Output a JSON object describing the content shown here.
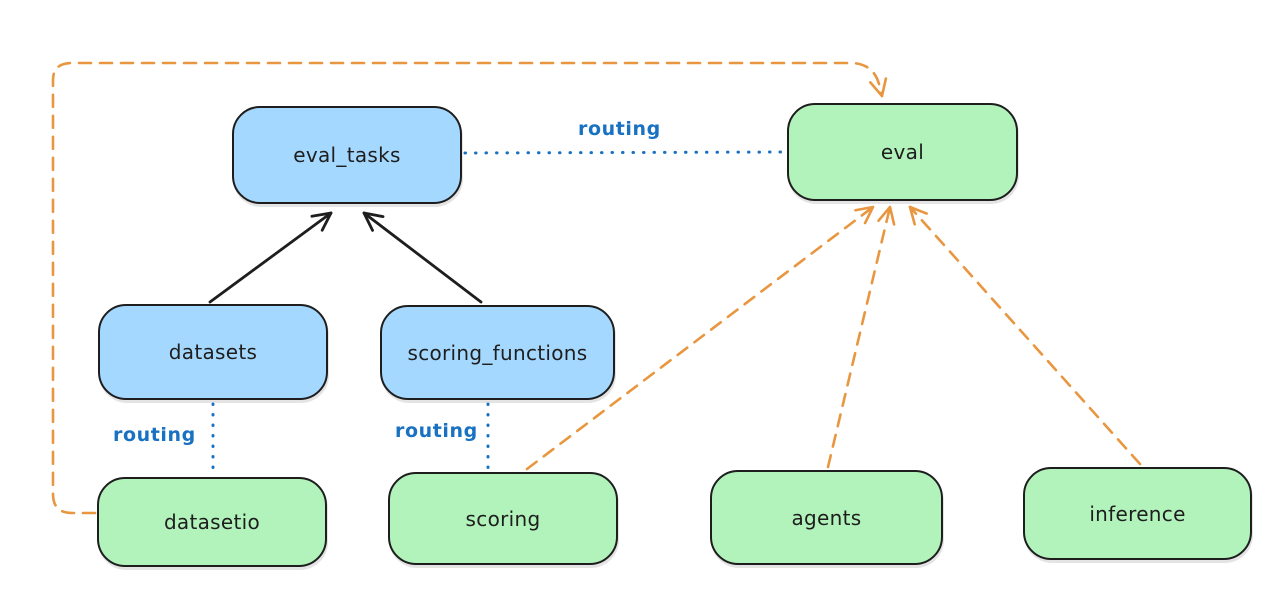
{
  "diagram": {
    "title": "",
    "background": "#ffffff",
    "colors": {
      "api_fill_blue": "#a5d8ff",
      "provider_fill_green": "#b2f2bb",
      "node_stroke": "#1e1e1e",
      "routing_blue": "#1971c2",
      "dependency_orange": "#e8963f",
      "arrow_black": "#1e1e1e"
    },
    "nodes": [
      {
        "id": "eval_tasks",
        "label": "eval_tasks",
        "fill": "#a5d8ff"
      },
      {
        "id": "eval",
        "label": "eval",
        "fill": "#b2f2bb"
      },
      {
        "id": "datasets",
        "label": "datasets",
        "fill": "#a5d8ff"
      },
      {
        "id": "scoring_functions",
        "label": "scoring_functions",
        "fill": "#a5d8ff"
      },
      {
        "id": "datasetio",
        "label": "datasetio",
        "fill": "#b2f2bb"
      },
      {
        "id": "scoring",
        "label": "scoring",
        "fill": "#b2f2bb"
      },
      {
        "id": "agents",
        "label": "agents",
        "fill": "#b2f2bb"
      },
      {
        "id": "inference",
        "label": "inference",
        "fill": "#b2f2bb"
      }
    ],
    "edges": [
      {
        "from": "datasets",
        "to": "eval_tasks",
        "style": "solid-black-arrow",
        "label": ""
      },
      {
        "from": "scoring_functions",
        "to": "eval_tasks",
        "style": "solid-black-arrow",
        "label": ""
      },
      {
        "from": "eval_tasks",
        "to": "eval",
        "style": "dotted-blue",
        "label": "routing"
      },
      {
        "from": "datasets",
        "to": "datasetio",
        "style": "dotted-blue",
        "label": "routing"
      },
      {
        "from": "scoring_functions",
        "to": "scoring",
        "style": "dotted-blue",
        "label": "routing"
      },
      {
        "from": "datasetio",
        "to": "eval",
        "style": "dashed-orange-arrow",
        "label": ""
      },
      {
        "from": "scoring",
        "to": "eval",
        "style": "dashed-orange-arrow",
        "label": ""
      },
      {
        "from": "agents",
        "to": "eval",
        "style": "dashed-orange-arrow",
        "label": ""
      },
      {
        "from": "inference",
        "to": "eval",
        "style": "dashed-orange-arrow",
        "label": ""
      }
    ]
  }
}
